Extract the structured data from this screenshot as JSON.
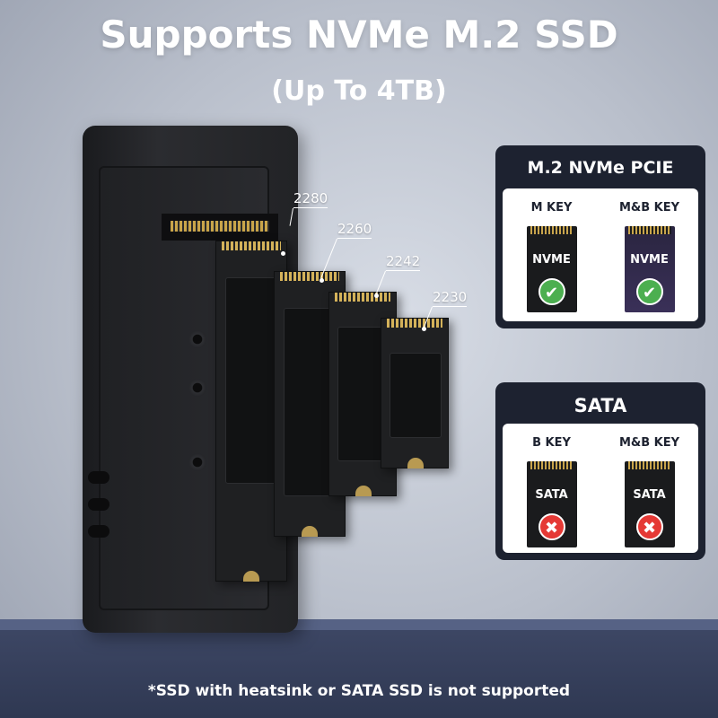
{
  "header": {
    "title": "Supports NVMe M.2 SSD",
    "subtitle": "(Up To 4TB)"
  },
  "ssd_sizes": [
    "2280",
    "2260",
    "2242",
    "2230"
  ],
  "nvme_panel": {
    "title": "M.2 NVMe PCIE",
    "keys": [
      {
        "label": "M KEY",
        "card_text": "NVME",
        "supported": true,
        "badge": "✔"
      },
      {
        "label": "M&B KEY",
        "card_text": "NVME",
        "supported": true,
        "badge": "✔"
      }
    ]
  },
  "sata_panel": {
    "title": "SATA",
    "keys": [
      {
        "label": "B KEY",
        "card_text": "SATA",
        "supported": false,
        "badge": "✖"
      },
      {
        "label": "M&B KEY",
        "card_text": "SATA",
        "supported": false,
        "badge": "✖"
      }
    ]
  },
  "footnote": "*SSD with heatsink or SATA SSD is not supported",
  "colors": {
    "ok": "#4caf50",
    "no": "#e53935",
    "panel": "#1d2230",
    "platform": "#3e4866"
  }
}
